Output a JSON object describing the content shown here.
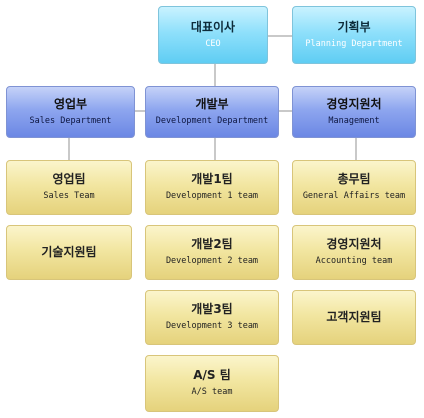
{
  "nodes": {
    "ceo": {
      "title": "대표이사",
      "subtitle": "CEO"
    },
    "planning": {
      "title": "기획부",
      "subtitle": "Planning Department"
    },
    "sales": {
      "title": "영업부",
      "subtitle": "Sales Department"
    },
    "dev": {
      "title": "개발부",
      "subtitle": "Development Department"
    },
    "mgmt": {
      "title": "경영지원처",
      "subtitle": "Management"
    },
    "salesTeam": {
      "title": "영업팀",
      "subtitle": "Sales Team"
    },
    "techSupport": {
      "title": "기술지원팀",
      "subtitle": ""
    },
    "dev1": {
      "title": "개발1팀",
      "subtitle": "Development 1 team"
    },
    "dev2": {
      "title": "개발2팀",
      "subtitle": "Development 2 team"
    },
    "dev3": {
      "title": "개발3팀",
      "subtitle": "Development 3 team"
    },
    "as": {
      "title": "A/S 팀",
      "subtitle": "A/S team"
    },
    "general": {
      "title": "총무팀",
      "subtitle": "General Affairs team"
    },
    "accounting": {
      "title": "경영지원처",
      "subtitle": "Accounting team"
    },
    "customer": {
      "title": "고객지원팀",
      "subtitle": ""
    }
  }
}
